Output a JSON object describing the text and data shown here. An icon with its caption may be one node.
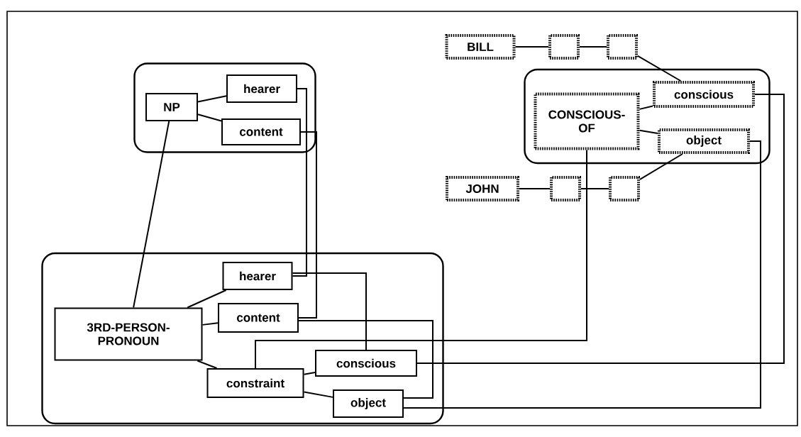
{
  "diagram": {
    "nodes": [
      {
        "text": [],
        "shape": "box"
      },
      {
        "text": [
          "NP"
        ],
        "in": 0
      },
      {
        "text": [
          "hearer"
        ],
        "in": 0
      },
      {
        "text": [
          "content"
        ],
        "in": 0
      },
      {
        "text": [],
        "shape": "box"
      },
      {
        "text": [
          "3RD-PERSON- PRONOUN"
        ],
        "in": 4
      },
      {
        "text": [
          "hearer"
        ],
        "in": 4
      },
      {
        "text": [
          "content"
        ],
        "in": 4
      },
      {
        "text": [
          "constraint"
        ],
        "in": 4
      },
      {
        "text": [
          "conscious"
        ],
        "in": 4
      },
      {
        "text": [
          "object"
        ],
        "in": 4
      },
      {
        "text": [],
        "shape": "box"
      },
      {
        "text": [
          "CONSCIOUS- OF"
        ],
        "in": 11
      },
      {
        "text": [
          "conscious"
        ],
        "in": 11
      },
      {
        "text": [
          "object"
        ],
        "in": 11
      },
      {
        "text": [
          "BILL"
        ]
      },
      {
        "text": [],
        "shape": "box"
      },
      {
        "text": [],
        "shape": "box"
      },
      {
        "text": [
          "JOHN"
        ]
      },
      {
        "text": [],
        "shape": "box"
      },
      {
        "text": [],
        "shape": "box"
      }
    ],
    "edges": [
      {
        "from": 1,
        "to": 2,
        "arrow": "none"
      },
      {
        "from": 1,
        "to": 3,
        "arrow": "none"
      },
      {
        "from": 1,
        "to": 5,
        "arrow": "none"
      },
      {
        "from": 5,
        "to": 6,
        "arrow": "none"
      },
      {
        "from": 5,
        "to": 7,
        "arrow": "none"
      },
      {
        "from": 5,
        "to": 8,
        "arrow": "none"
      },
      {
        "from": 8,
        "to": 9,
        "arrow": "none"
      },
      {
        "from": 8,
        "to": 10,
        "arrow": "none"
      },
      {
        "from": 2,
        "to": 6,
        "arrow": "none"
      },
      {
        "from": 3,
        "to": 7,
        "arrow": "none"
      },
      {
        "from": 6,
        "to": 9,
        "arrow": "none"
      },
      {
        "from": 7,
        "to": 10,
        "arrow": "none"
      },
      {
        "from": 9,
        "to": 13,
        "arrow": "none"
      },
      {
        "from": 10,
        "to": 14,
        "arrow": "none"
      },
      {
        "from": 12,
        "to": 8,
        "arrow": "none"
      },
      {
        "from": 12,
        "to": 13,
        "arrow": "none"
      },
      {
        "from": 12,
        "to": 14,
        "arrow": "none"
      },
      {
        "from": 15,
        "to": 16,
        "arrow": "none"
      },
      {
        "from": 16,
        "to": 17,
        "arrow": "none"
      },
      {
        "from": 17,
        "to": 13,
        "arrow": "none"
      },
      {
        "from": 18,
        "to": 19,
        "arrow": "none"
      },
      {
        "from": 19,
        "to": 20,
        "arrow": "none"
      },
      {
        "from": 20,
        "to": 14,
        "arrow": "none"
      }
    ]
  }
}
